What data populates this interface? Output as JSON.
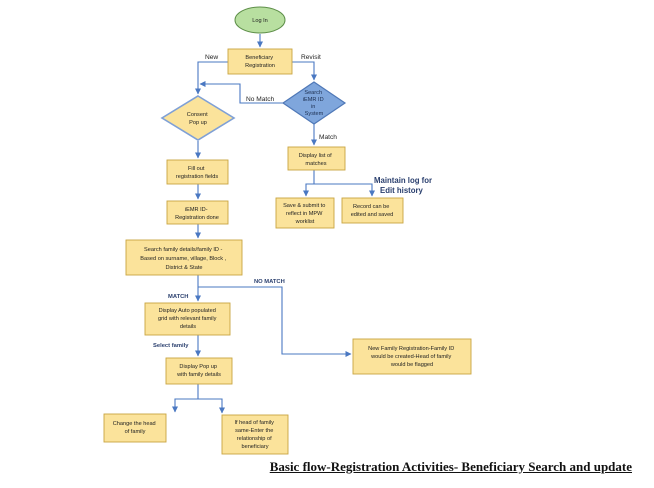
{
  "nodes": {
    "log_in": "Log In",
    "beneficiary_registration": [
      "Beneficiary",
      "Registration"
    ],
    "consent": [
      "Consent",
      "Pop up"
    ],
    "search_iemr": [
      "Search",
      "iEMR ID",
      "in",
      "System"
    ],
    "fill_out": [
      "Fill out",
      "registration fields"
    ],
    "iemr_registration_done": [
      "iEMR ID-",
      "Registration done"
    ],
    "search_family": [
      "Search family details/family ID -",
      "Based on surname, village, Block ,",
      "District & State"
    ],
    "display_auto": [
      "Display Auto populated",
      "grid with relevant family",
      "details"
    ],
    "display_popup": [
      "Display Pop up",
      "with family details"
    ],
    "change_head": [
      "Change the head",
      "of family"
    ],
    "if_head_same": [
      "If head of family",
      "same-Enter the",
      "relationship of",
      "beneficiary"
    ],
    "display_list": [
      "Display list of",
      "matches"
    ],
    "save_submit": [
      "Save & submit to",
      "reflect in MPW",
      "worklist"
    ],
    "record_edited": [
      "Record can be",
      "edited and saved"
    ],
    "new_family": [
      "New Family Registration-Family ID",
      "would be created-Head of family",
      "would be flagged"
    ]
  },
  "edge_labels": {
    "new": "New",
    "revisit": "Revisit",
    "no_match": "No Match",
    "match": "Match",
    "match_caps": "MATCH",
    "no_match_caps": "NO MATCH",
    "select_family": "Select family"
  },
  "note": [
    "Maintain log for",
    "Edit history"
  ],
  "caption": "Basic flow-Registration Activities- Beneficiary Search and update",
  "colors": {
    "box_fill": "#fbe39b",
    "oval_fill": "#b8dfa0",
    "diamond_blue": "#7fa6dc",
    "connector": "#4a78c2",
    "note_text": "#2a3f6e"
  }
}
